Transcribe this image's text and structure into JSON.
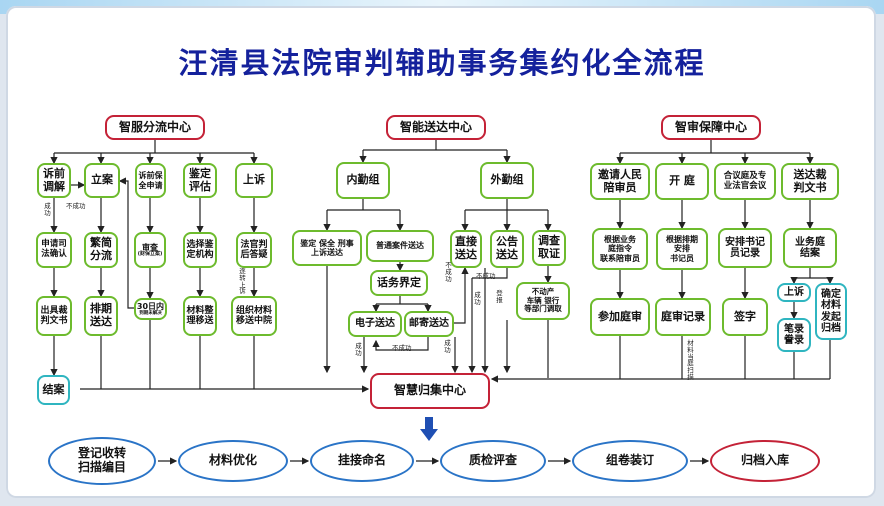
{
  "title": "汪清县法院审判辅助事务集约化全流程",
  "centers": {
    "zhifu": "智服分流中心",
    "zhineng": "智能送达中心",
    "zhishen": "智审保障中心",
    "guiji": "智慧归集中心"
  },
  "zhifu": {
    "suqian": "诉前\n调解",
    "lian": "立案",
    "baoquan": "诉前保\n全申请",
    "jianding": "鉴定\n评估",
    "shangsu": "上诉",
    "shenqing": "申请司\n法确认",
    "fanjian": "繁简\n分流",
    "shencha": "审查",
    "shencha_note": "(财保立案)",
    "xuanze": "选择鉴\n定机构",
    "fahou": "法官判\n后答疑",
    "chuju": "出具裁\n判文书",
    "paiqi": "排期\n送达",
    "sanshi": "30日内",
    "sanshi_note": "到期未解决",
    "cailiao": "材料整\n理移送",
    "zuzhi": "组织材料\n移送中院",
    "jiean": "结案"
  },
  "zhineng": {
    "neiqin": "内勤组",
    "waiqin": "外勤组",
    "jianding_song": "鉴定 保全 刑事\n上诉送达",
    "putong": "普通案件送达",
    "huawu": "话务界定",
    "dianzi": "电子送达",
    "youji": "邮寄送达",
    "zhijie": "直接\n送达",
    "gonggao": "公告\n送达",
    "diaocha": "调查\n取证",
    "budongchan": "不动产\n车辆 银行\n等部门调取"
  },
  "zhishen": {
    "yaoqing": "邀请人民\n陪审员",
    "kaiting": "开 庭",
    "heyi": "合议庭及专\n业法官会议",
    "songda_cai": "送达裁\n判文书",
    "genju_ye": "根据业务\n庭指令\n联系陪审员",
    "genju_pai": "根据排期\n安排\n书记员",
    "anpai": "安排书记\n员记录",
    "yewu": "业务庭\n结案",
    "canjia": "参加庭审",
    "tingshen": "庭审记录",
    "qianzi": "签字",
    "shangsu2": "上诉",
    "bilu": "笔录\n誊录",
    "queding": "确定\n材料\n发起\n归档",
    "cailiao_v": "材料当庭扫描"
  },
  "labels": {
    "chenggong": "成功",
    "bucheng": "不成功",
    "bucheng_v": "不成功",
    "dengbao": "登报",
    "zhuanjiao": "逐转上诉"
  },
  "flow": [
    "登记收转\n扫描编目",
    "材料优化",
    "挂接命名",
    "质检评查",
    "组卷装订",
    "归档入库"
  ],
  "colors": {
    "title": "#14219c",
    "green_border": "#6dbb2d",
    "red_border": "#c42237",
    "teal_border": "#2fb5c0",
    "blue_oval": "#2a74c7",
    "arrow_blue": "#1f4fb3"
  }
}
